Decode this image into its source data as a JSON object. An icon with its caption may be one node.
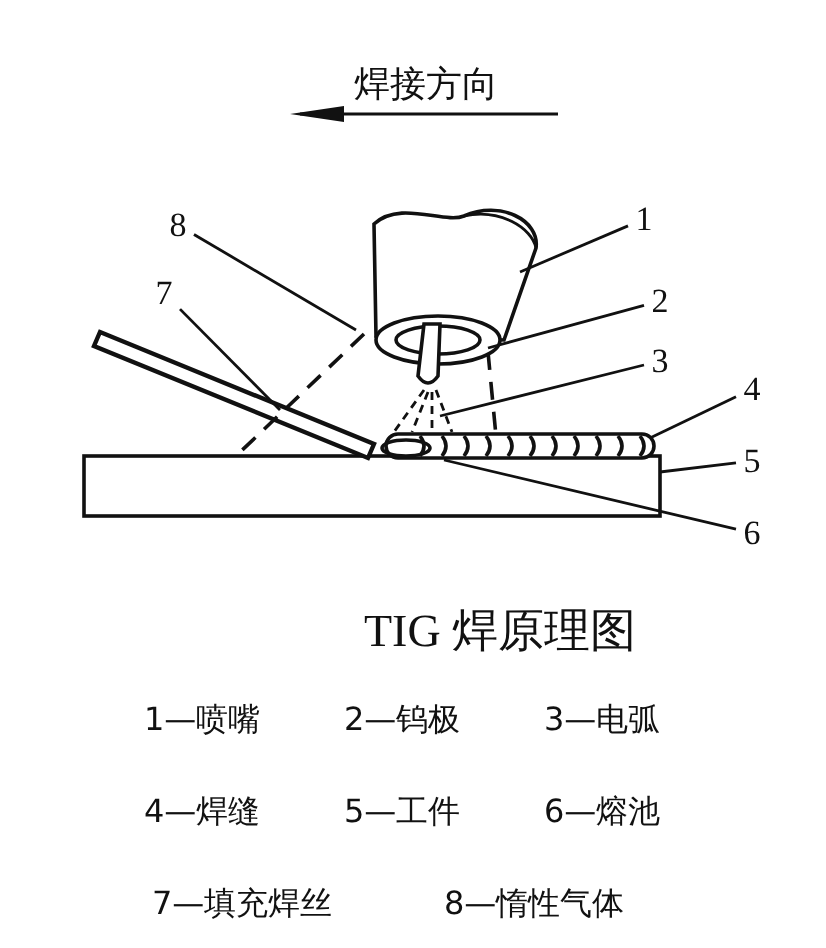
{
  "diagram": {
    "title": "TIG 焊原理图",
    "nodes": [
      {
        "text": [
          "1"
        ]
      },
      {
        "text": [
          "2"
        ]
      },
      {
        "text": [
          "3"
        ]
      },
      {
        "text": [
          "4"
        ]
      },
      {
        "text": [
          "5"
        ]
      },
      {
        "text": [
          "6"
        ]
      },
      {
        "text": [
          "7"
        ]
      },
      {
        "text": [
          "8"
        ]
      }
    ],
    "edges": [
      {
        "from": 0,
        "to": null,
        "arrow": "none"
      },
      {
        "from": 1,
        "to": null,
        "arrow": "none"
      },
      {
        "from": 2,
        "to": null,
        "arrow": "none"
      },
      {
        "from": 3,
        "to": null,
        "arrow": "none"
      },
      {
        "from": 4,
        "to": null,
        "arrow": "none"
      },
      {
        "from": 5,
        "to": null,
        "arrow": "none"
      },
      {
        "from": 6,
        "to": null,
        "arrow": "none"
      },
      {
        "from": 7,
        "to": null,
        "arrow": "none"
      }
    ],
    "labels": [
      "焊接方向",
      "1—喷嘴",
      "2—钨极",
      "3—电弧",
      "4—焊缝",
      "5—工件",
      "6—熔池",
      "7—填充焊丝",
      "8—惰性气体"
    ]
  }
}
